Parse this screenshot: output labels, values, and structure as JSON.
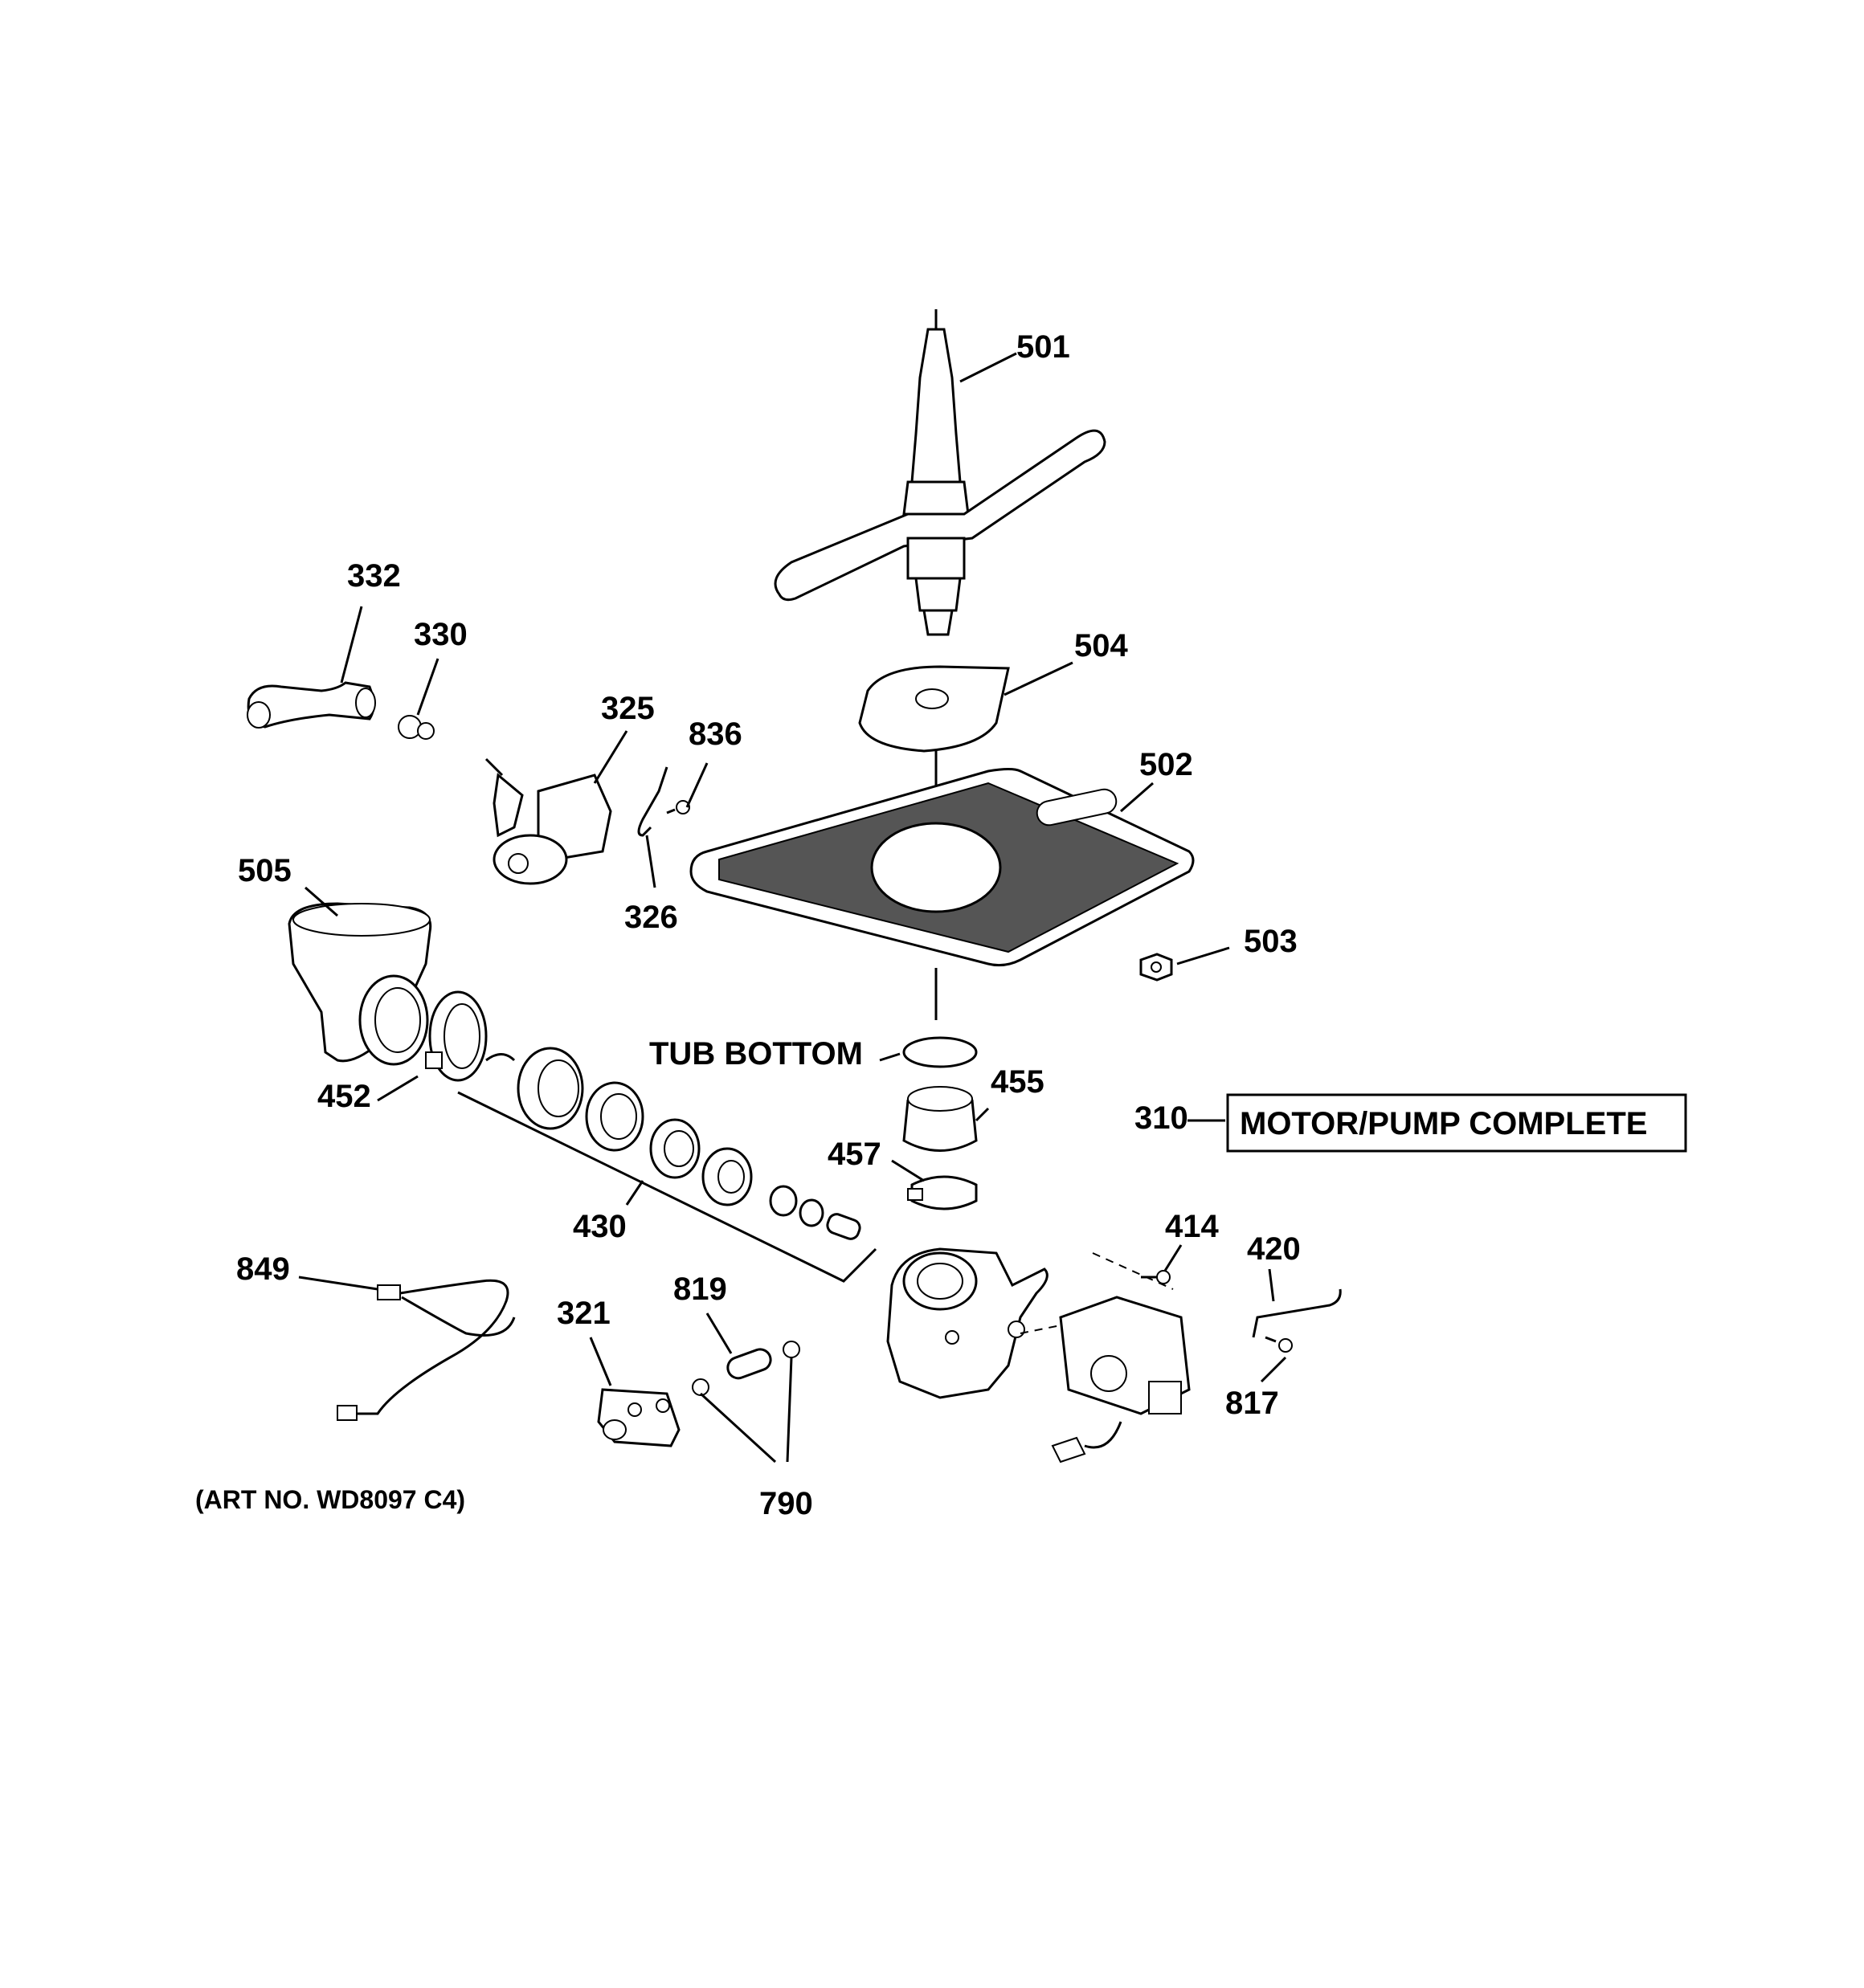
{
  "callouts": {
    "c501": "501",
    "c504": "504",
    "c502": "502",
    "c503": "503",
    "c332": "332",
    "c330": "330",
    "c325": "325",
    "c836": "836",
    "c326": "326",
    "c505": "505",
    "c452": "452",
    "c455": "455",
    "c457": "457",
    "c430": "430",
    "c310": "310",
    "c414": "414",
    "c420": "420",
    "c817": "817",
    "c849": "849",
    "c321": "321",
    "c819": "819",
    "c790": "790"
  },
  "labels": {
    "tub_bottom": "TUB BOTTOM",
    "motor_pump_complete": "MOTOR/PUMP COMPLETE",
    "art_no": "(ART NO. WD8097 C4)"
  }
}
